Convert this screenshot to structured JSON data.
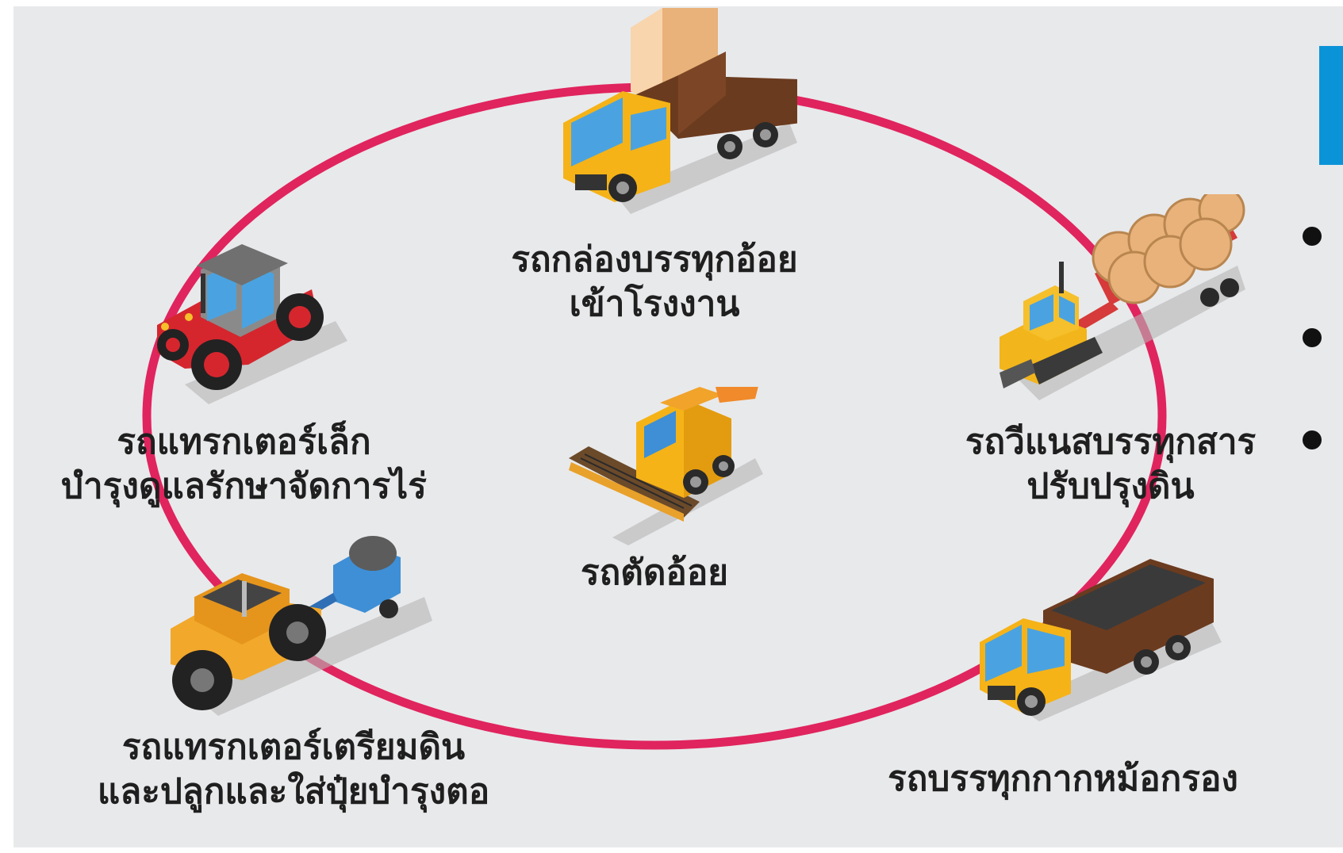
{
  "colors": {
    "background": "#e8e9eb",
    "ring": "#e0245e",
    "accent_tab": "#0b93d8",
    "label_text": "#1f1f1f"
  },
  "diagram": {
    "center": {
      "icon": "harvester-icon",
      "label": "รถตัดอ้อย"
    },
    "nodes": [
      {
        "icon": "box-truck-icon",
        "line1": "รถกล่องบรรทุกอ้อย",
        "line2": "เข้าโรงงาน"
      },
      {
        "icon": "crawler-tractor-trailer-icon",
        "line1": "รถวีแนสบรรทุกสาร",
        "line2": "ปรับปรุงดิน"
      },
      {
        "icon": "dump-truck-icon",
        "line1": "รถบรรทุกกากหม้อกรอง",
        "line2": ""
      },
      {
        "icon": "tractor-planter-icon",
        "line1": "รถแทรกเตอร์เตรียมดิน",
        "line2": "และปลูกและใส่ปุ๋ยบำรุงตอ"
      },
      {
        "icon": "small-tractor-icon",
        "line1": "รถแทรกเตอร์เล็ก",
        "line2": "บำรุงดูแลรักษาจัดการไร่"
      }
    ]
  }
}
